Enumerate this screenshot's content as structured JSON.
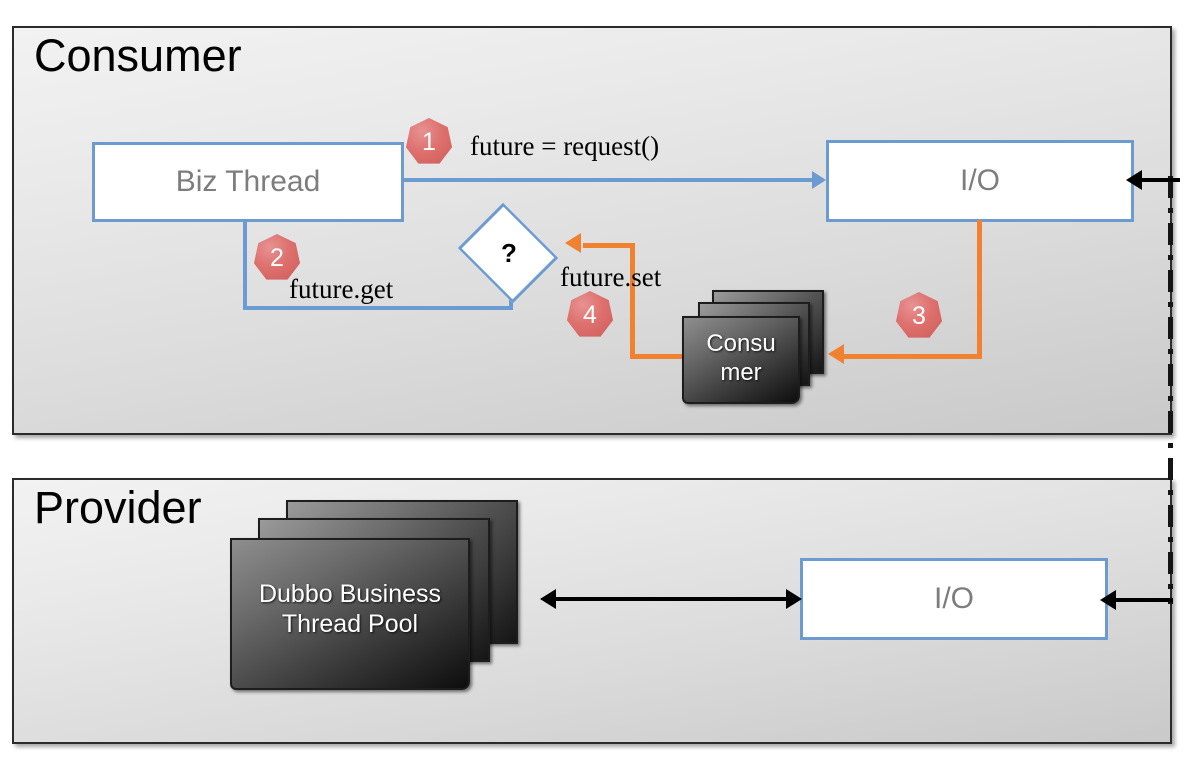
{
  "diagram": {
    "title_consumer": "Consumer",
    "title_provider": "Provider",
    "colors": {
      "blue_outline": "#6c9bd2",
      "orange_arrow": "#ef8131",
      "badge_red": "#d9534f",
      "black_arrow": "#000000",
      "panel_border": "#2b2b2b"
    }
  },
  "consumer": {
    "panel_title": "Consumer",
    "biz_thread": {
      "label": "Biz Thread"
    },
    "io": {
      "label": "I/O"
    },
    "decision": {
      "label": "?"
    },
    "consumer_stack": {
      "label": "Consu mer",
      "line1": "Consu",
      "line2": "mer"
    },
    "badges": [
      {
        "id": "1",
        "text": "1"
      },
      {
        "id": "2",
        "text": "2"
      },
      {
        "id": "3",
        "text": "3"
      },
      {
        "id": "4",
        "text": "4"
      }
    ],
    "connector_labels": {
      "request": "future = request()",
      "future_get": "future.get",
      "future_set": "future.set"
    }
  },
  "provider": {
    "panel_title": "Provider",
    "thread_pool": {
      "label": "Dubbo Business Thread Pool",
      "line1": "Dubbo Business",
      "line2": "Thread Pool"
    },
    "io": {
      "label": "I/O"
    }
  },
  "flow_steps": [
    {
      "step": "1",
      "label": "future = request()",
      "from": "Biz Thread",
      "to": "I/O"
    },
    {
      "step": "2",
      "label": "future.get",
      "from": "Biz Thread",
      "to": "?"
    },
    {
      "step": "3",
      "label": "",
      "from": "I/O",
      "to": "Consumer"
    },
    {
      "step": "4",
      "label": "future.set",
      "from": "Consumer",
      "to": "?"
    }
  ]
}
